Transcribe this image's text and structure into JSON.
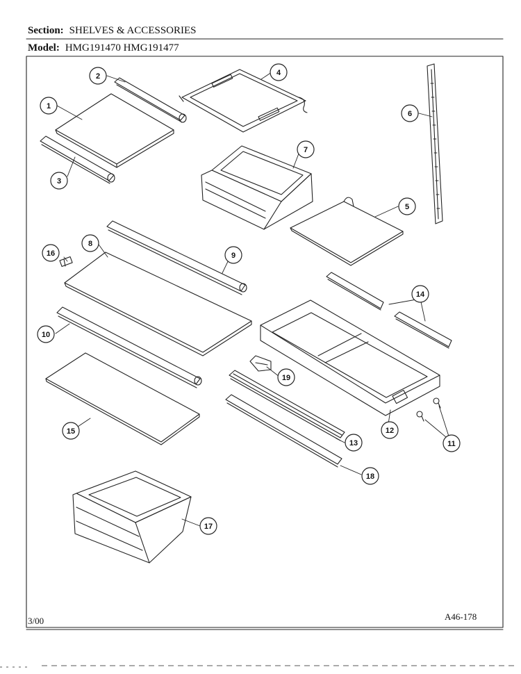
{
  "section": {
    "label": "Section:",
    "value": "SHELVES & ACCESSORIES"
  },
  "model": {
    "label": "Model:",
    "value": "HMG191470  HMG191477"
  },
  "parts": [
    {
      "num": "1"
    },
    {
      "num": "2"
    },
    {
      "num": "3"
    },
    {
      "num": "4"
    },
    {
      "num": "5"
    },
    {
      "num": "6"
    },
    {
      "num": "7"
    },
    {
      "num": "8"
    },
    {
      "num": "9"
    },
    {
      "num": "10"
    },
    {
      "num": "11"
    },
    {
      "num": "12"
    },
    {
      "num": "13"
    },
    {
      "num": "14"
    },
    {
      "num": "15"
    },
    {
      "num": "16"
    },
    {
      "num": "17"
    },
    {
      "num": "18"
    },
    {
      "num": "19"
    }
  ],
  "footer": {
    "date": "3/00",
    "doc_code": "A46-178"
  }
}
